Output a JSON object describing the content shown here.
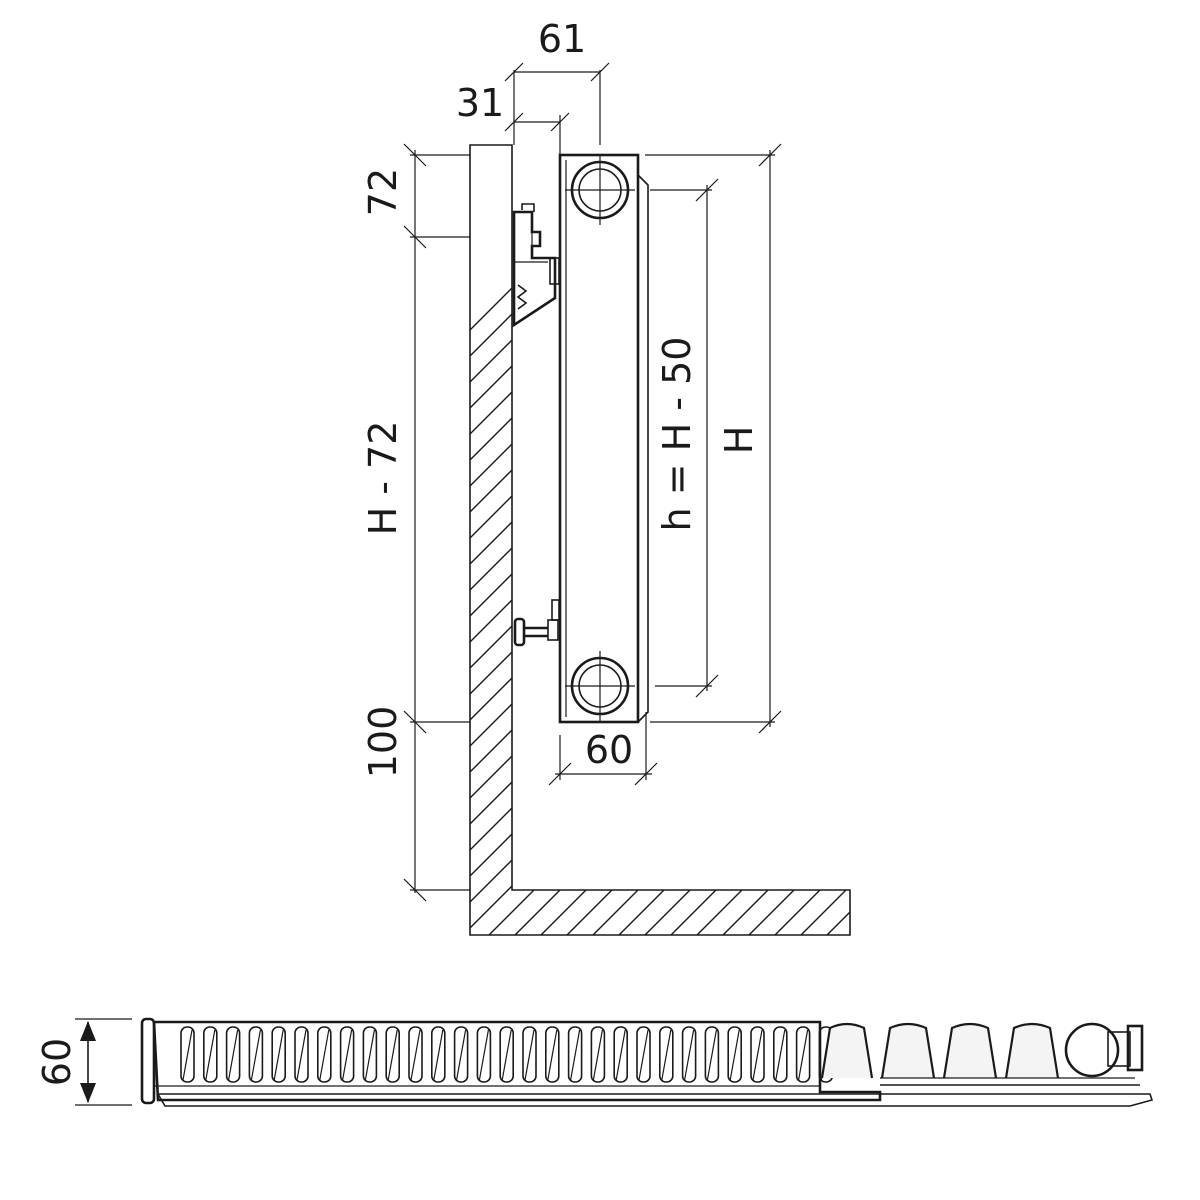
{
  "dimensions": {
    "depth_total": "61",
    "wall_gap": "31",
    "top_offset": "72",
    "bracket_span": "H - 72",
    "bottom_offset": "100",
    "panel_depth": "60",
    "connection_distance": "h = H - 50",
    "height": "H",
    "section_depth": "60"
  },
  "colors": {
    "ink": "#1a1a1a",
    "panel_fill": "#e6e6e6",
    "background": "#ffffff"
  }
}
